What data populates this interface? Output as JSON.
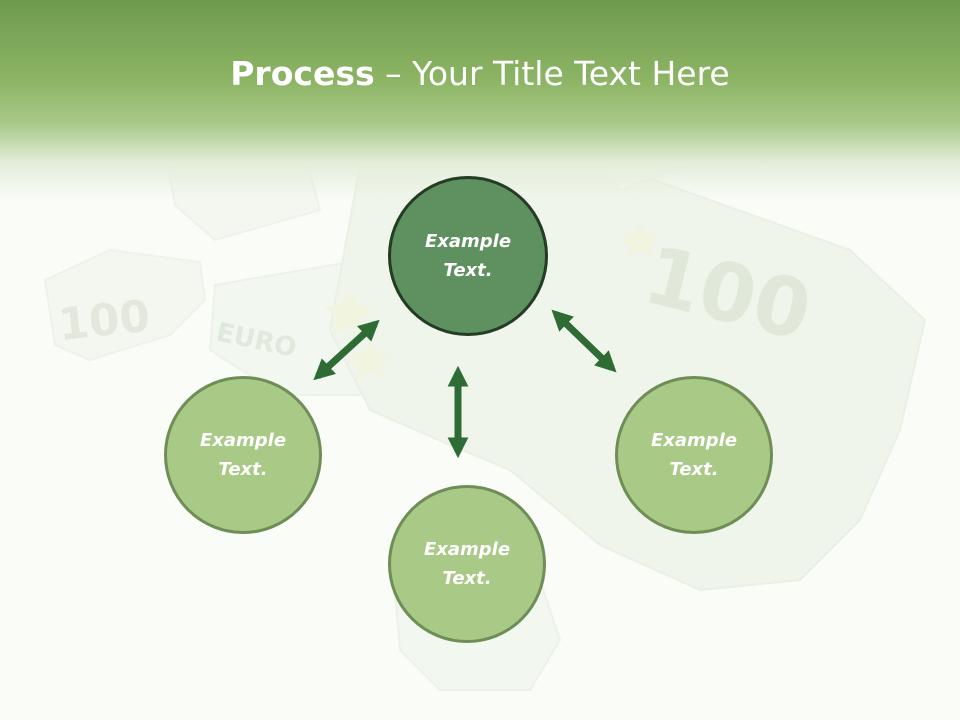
{
  "title": {
    "bold": "Process",
    "rest": " – Your Title Text Here"
  },
  "nodes": {
    "top": {
      "line1": "Example",
      "line2": "Text."
    },
    "left": {
      "line1": "Example",
      "line2": "Text."
    },
    "right": {
      "line1": "Example",
      "line2": "Text."
    },
    "bottom": {
      "line1": "Example",
      "line2": "Text."
    }
  },
  "background": {
    "puzzle_labels": [
      "100",
      "EURO",
      "100"
    ]
  },
  "colors": {
    "header_green": "#8cb464",
    "center_fill": "#5e9060",
    "center_border": "#233c23",
    "side_fill": "#a9c986",
    "side_border": "#6f8e57",
    "arrow": "#2f6b34"
  }
}
